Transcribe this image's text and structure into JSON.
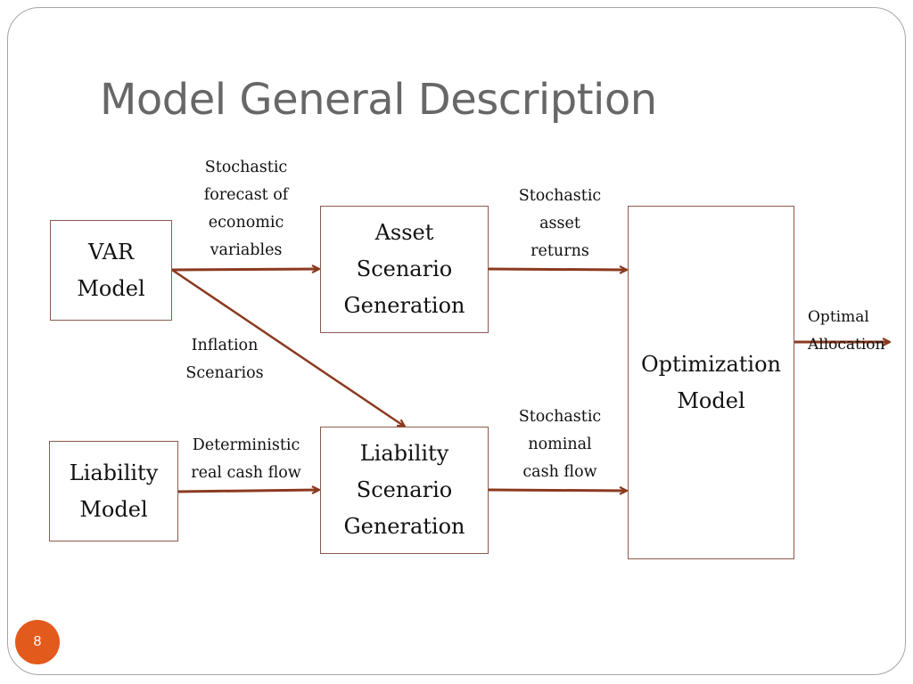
{
  "slide": {
    "title": "Model General Description",
    "page_number": "8"
  },
  "boxes": {
    "var_model": "VAR\nModel",
    "liability_model": "Liability\nModel",
    "asset_scenario": "Asset\nScenario\nGeneration",
    "liability_scenario": "Liability\nScenario\nGeneration",
    "optimization": "Optimization\nModel"
  },
  "arrow_labels": {
    "stochastic_forecast": "Stochastic\nforecast of\neconomic\nvariables",
    "inflation": "Inflation\nScenarios",
    "deterministic": "Deterministic\nreal cash flow",
    "asset_returns": "Stochastic\nasset\nreturns",
    "nominal_cash": "Stochastic\nnominal\ncash flow",
    "optimal_allocation": "Optimal\nAllocation"
  },
  "colors": {
    "arrow": "#8b3a1f",
    "box_border": "#8c5a4e",
    "title": "#676767",
    "page_badge": "#e25a1c"
  }
}
